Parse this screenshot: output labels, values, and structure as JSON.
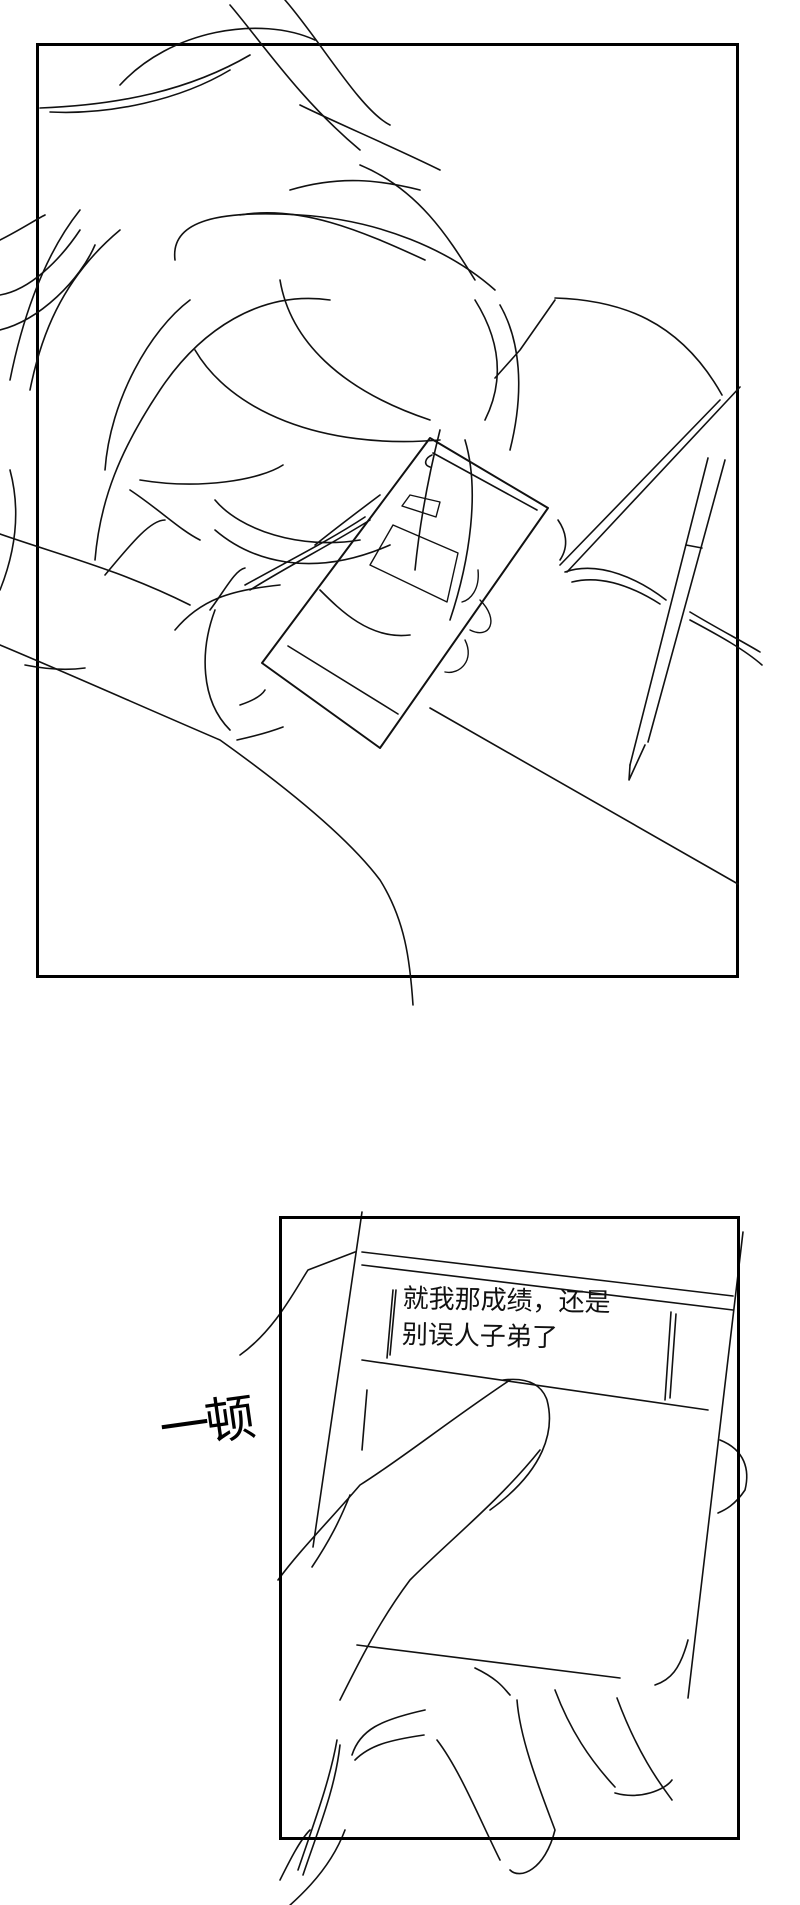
{
  "comic": {
    "panels": [
      {
        "id": "panel-1",
        "description": "person lying on desk holding phone, pen beside open book"
      },
      {
        "id": "panel-2",
        "description": "hand holding phone showing message"
      }
    ],
    "phone_message": {
      "line1": "就我那成绩，还是",
      "line2": "别误人子弟了"
    },
    "sound_effect": "一顿"
  },
  "colors": {
    "ink": "#111111",
    "background": "#ffffff",
    "frame": "#000000"
  }
}
